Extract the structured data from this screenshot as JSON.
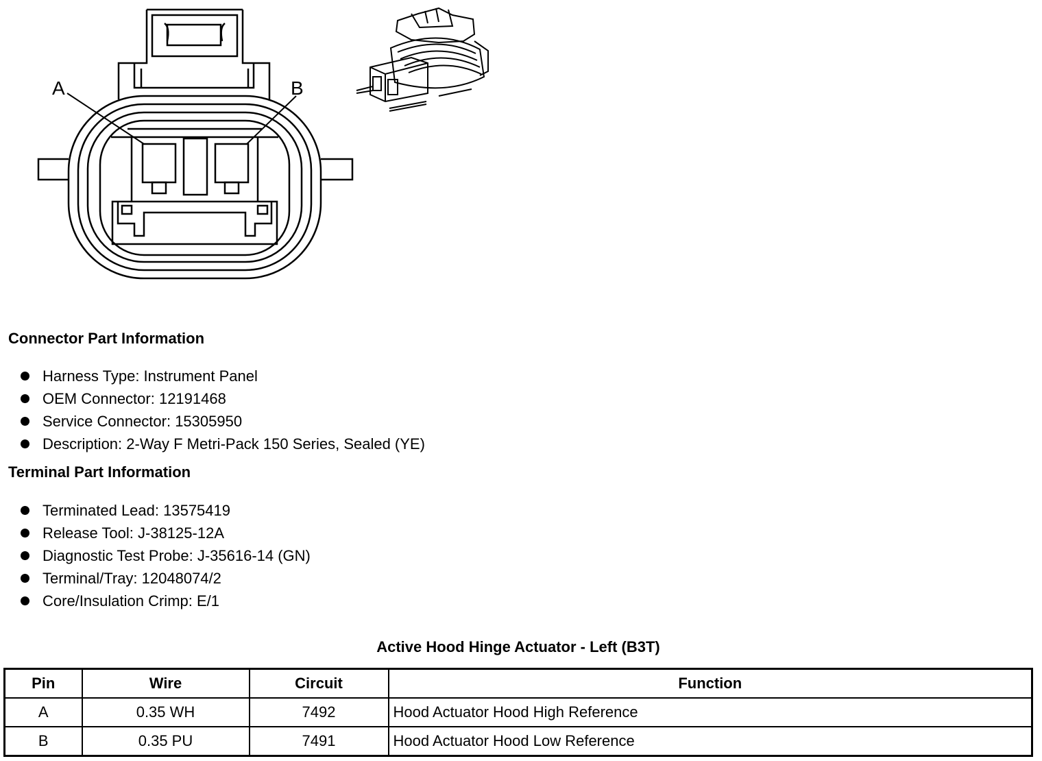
{
  "diagram": {
    "pin_labels": [
      "A",
      "B"
    ]
  },
  "connector_info": {
    "heading": "Connector Part Information",
    "items": [
      "Harness Type: Instrument Panel",
      "OEM Connector: 12191468",
      "Service Connector: 15305950",
      "Description: 2-Way F Metri-Pack 150 Series, Sealed (YE)"
    ]
  },
  "terminal_info": {
    "heading": "Terminal Part Information",
    "items": [
      "Terminated Lead: 13575419",
      "Release Tool: J-38125-12A",
      "Diagnostic Test Probe: J-35616-14 (GN)",
      "Terminal/Tray: 12048074/2",
      "Core/Insulation Crimp: E/1"
    ]
  },
  "table": {
    "title": "Active Hood Hinge Actuator - Left (B3T)",
    "columns": [
      "Pin",
      "Wire",
      "Circuit",
      "Function"
    ],
    "rows": [
      [
        "A",
        "0.35 WH",
        "7492",
        "Hood Actuator Hood High Reference"
      ],
      [
        "B",
        "0.35 PU",
        "7491",
        "Hood Actuator Hood Low Reference"
      ]
    ]
  }
}
